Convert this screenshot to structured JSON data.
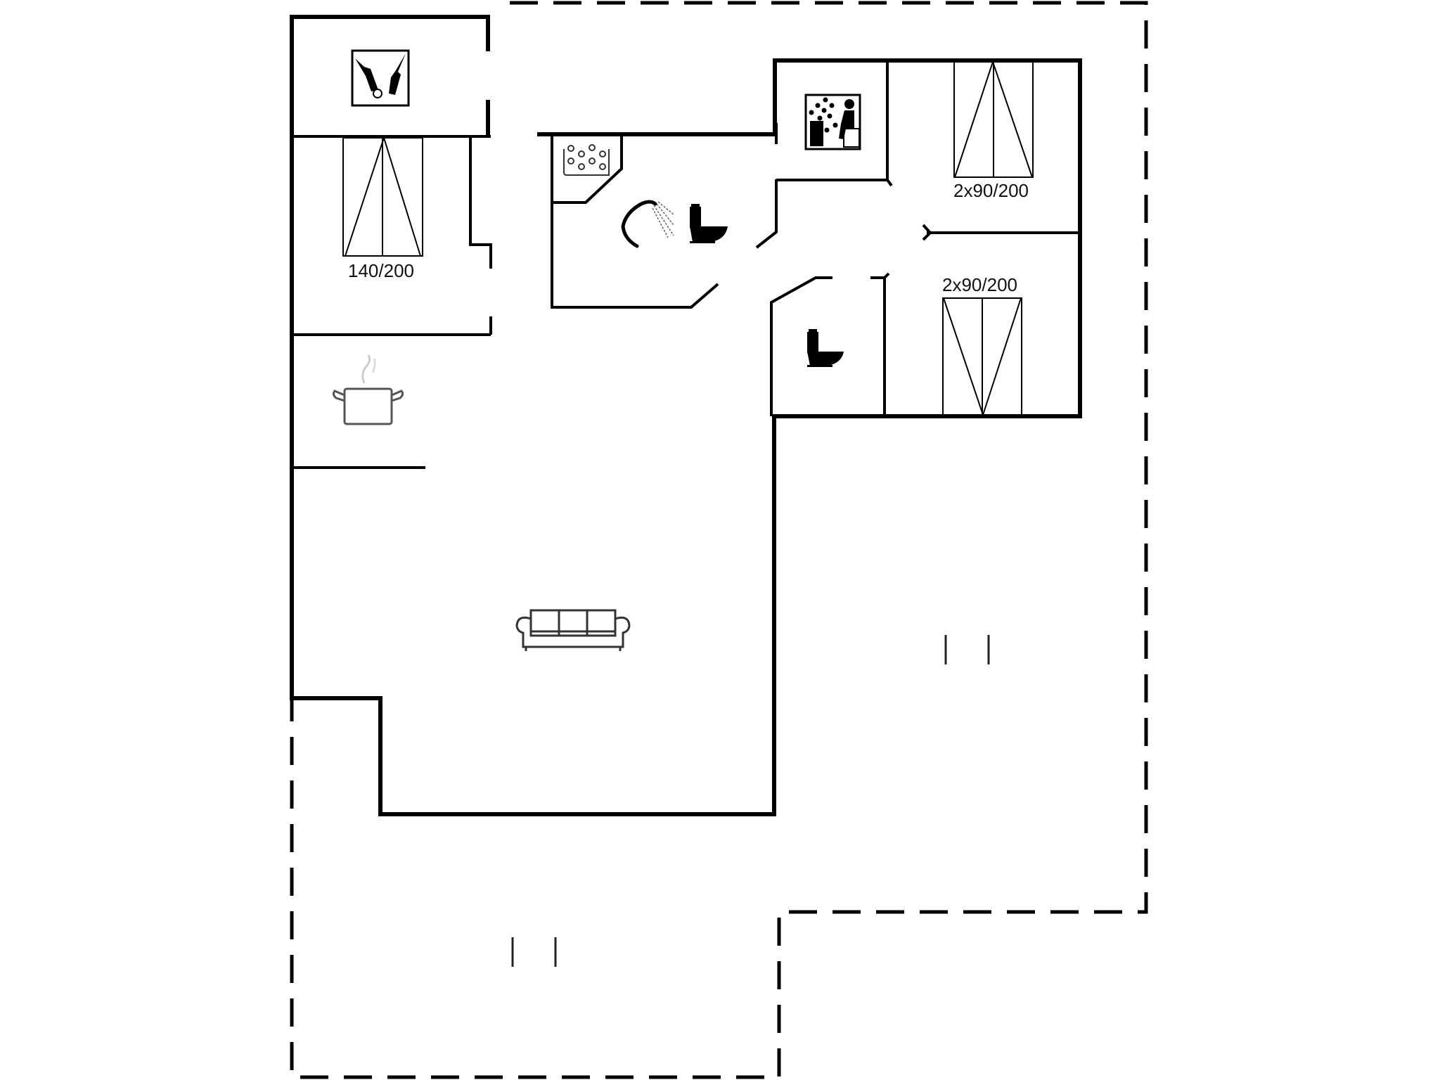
{
  "plan": {
    "type": "floor-plan",
    "background": "#ffffff",
    "wall_color": "#000000",
    "rooms": [
      {
        "id": "utility",
        "icon": "washing-machine-icon"
      },
      {
        "id": "bedroom-1",
        "bed_label": "140/200"
      },
      {
        "id": "bathroom-1",
        "icons": [
          "whirlpool-bath-icon",
          "shower-icon",
          "toilet-icon"
        ]
      },
      {
        "id": "sauna",
        "icon": "sauna-icon"
      },
      {
        "id": "bedroom-2",
        "bed_label": "2x90/200"
      },
      {
        "id": "bedroom-3",
        "bed_label": "2x90/200"
      },
      {
        "id": "wc",
        "icon": "toilet-icon"
      },
      {
        "id": "kitchen",
        "icon": "cooking-pot-icon"
      },
      {
        "id": "living-room",
        "icon": "sofa-icon"
      },
      {
        "id": "terrace-east",
        "outline": "dashed"
      },
      {
        "id": "terrace-south",
        "outline": "dashed"
      }
    ]
  },
  "labels": {
    "bed_bedroom1": "140/200",
    "bed_bedroom2": "2x90/200",
    "bed_bedroom3": "2x90/200"
  }
}
